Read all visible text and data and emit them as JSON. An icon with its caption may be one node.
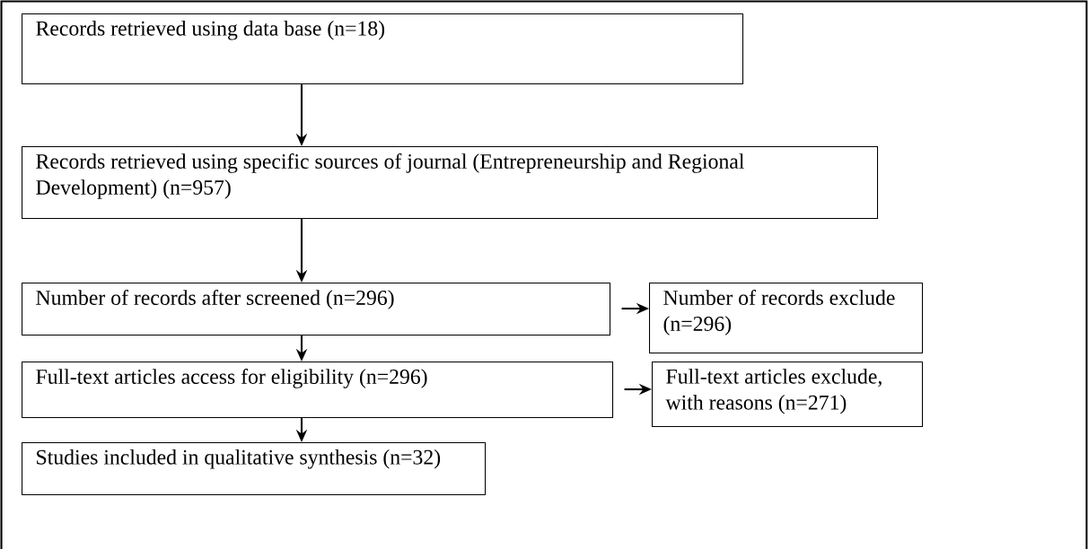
{
  "diagram": {
    "nodes": [
      {
        "text": [
          "Records retrieved using data base (n=18)"
        ]
      },
      {
        "text": [
          "Records retrieved using specific sources of journal (Entrepreneurship and Regional Development) (n=957)"
        ]
      },
      {
        "text": [
          "Number of records after screened (n=296)"
        ]
      },
      {
        "text": [
          "Number of records exclude (n=296)"
        ]
      },
      {
        "text": [
          "Full-text articles access for eligibility (n=296)"
        ]
      },
      {
        "text": [
          "Full-text articles exclude, with reasons (n=271)"
        ]
      },
      {
        "text": [
          "Studies included in qualitative synthesis (n=32)"
        ]
      }
    ],
    "edges": [
      {
        "from": 0,
        "to": 1,
        "arrow": "to"
      },
      {
        "from": 1,
        "to": 2,
        "arrow": "to"
      },
      {
        "from": 2,
        "to": 4,
        "arrow": "to"
      },
      {
        "from": 4,
        "to": 6,
        "arrow": "to"
      },
      {
        "from": 2,
        "to": 3,
        "arrow": "to"
      },
      {
        "from": 4,
        "to": 5,
        "arrow": "to"
      }
    ]
  }
}
